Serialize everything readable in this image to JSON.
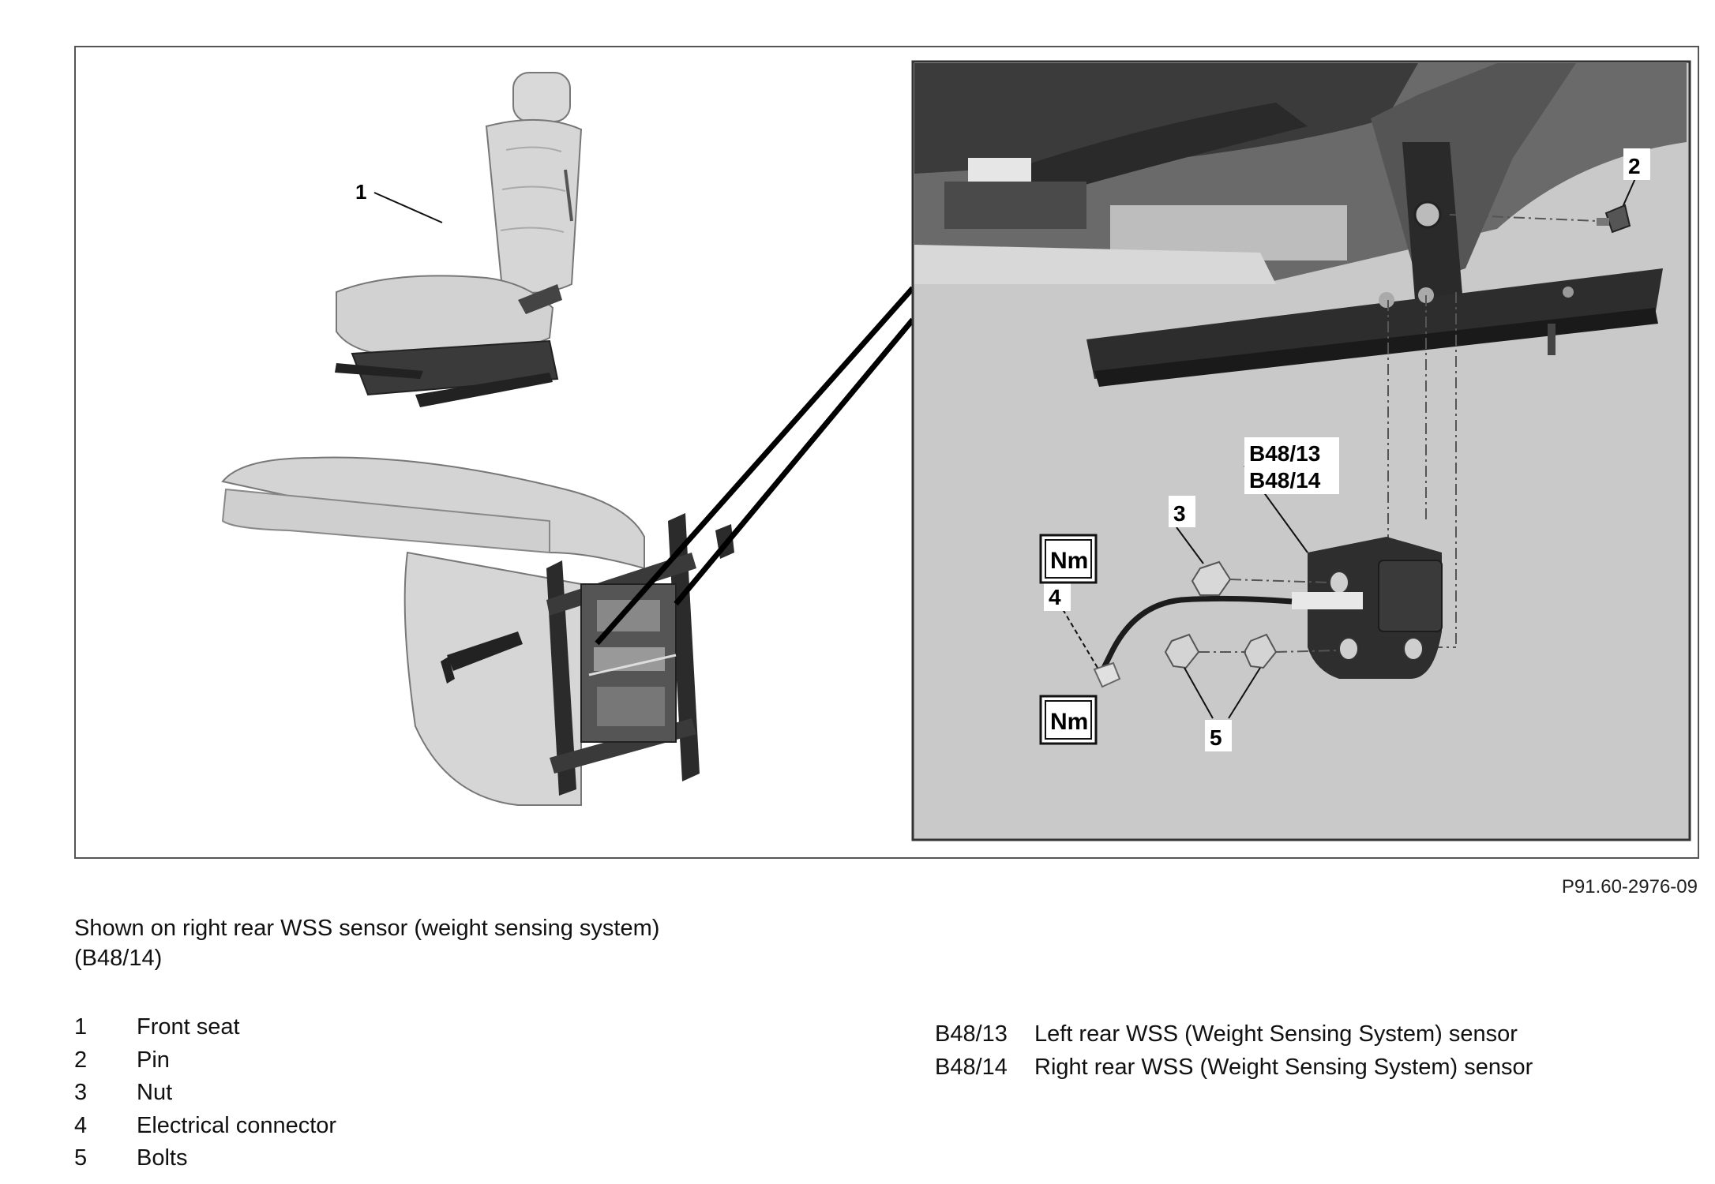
{
  "figure_id": "P91.60-2976-09",
  "caption": {
    "line1": "Shown on right rear WSS sensor (weight sensing system)",
    "line2": "(B48/14)"
  },
  "callouts": {
    "front_seat": "1",
    "pin": "2",
    "nut": "3",
    "connector": "4",
    "bolts": "5",
    "sensor_left": "B48/13",
    "sensor_right": "B48/14",
    "torque_top": "Nm",
    "torque_bottom": "Nm"
  },
  "legend_parts": [
    {
      "key": "1",
      "label": "Front seat"
    },
    {
      "key": "2",
      "label": "Pin"
    },
    {
      "key": "3",
      "label": "Nut"
    },
    {
      "key": "4",
      "label": "Electrical connector"
    },
    {
      "key": "5",
      "label": "Bolts"
    }
  ],
  "legend_sensors": [
    {
      "key": "B48/13",
      "label": "Left rear WSS (Weight Sensing System) sensor"
    },
    {
      "key": "B48/14",
      "label": "Right rear WSS (Weight Sensing System) sensor"
    }
  ],
  "colors": {
    "detail_background": "#c9c9c9",
    "seat_upholstery": "#d8d8d8",
    "frame_metal": "#2a2a2a"
  }
}
